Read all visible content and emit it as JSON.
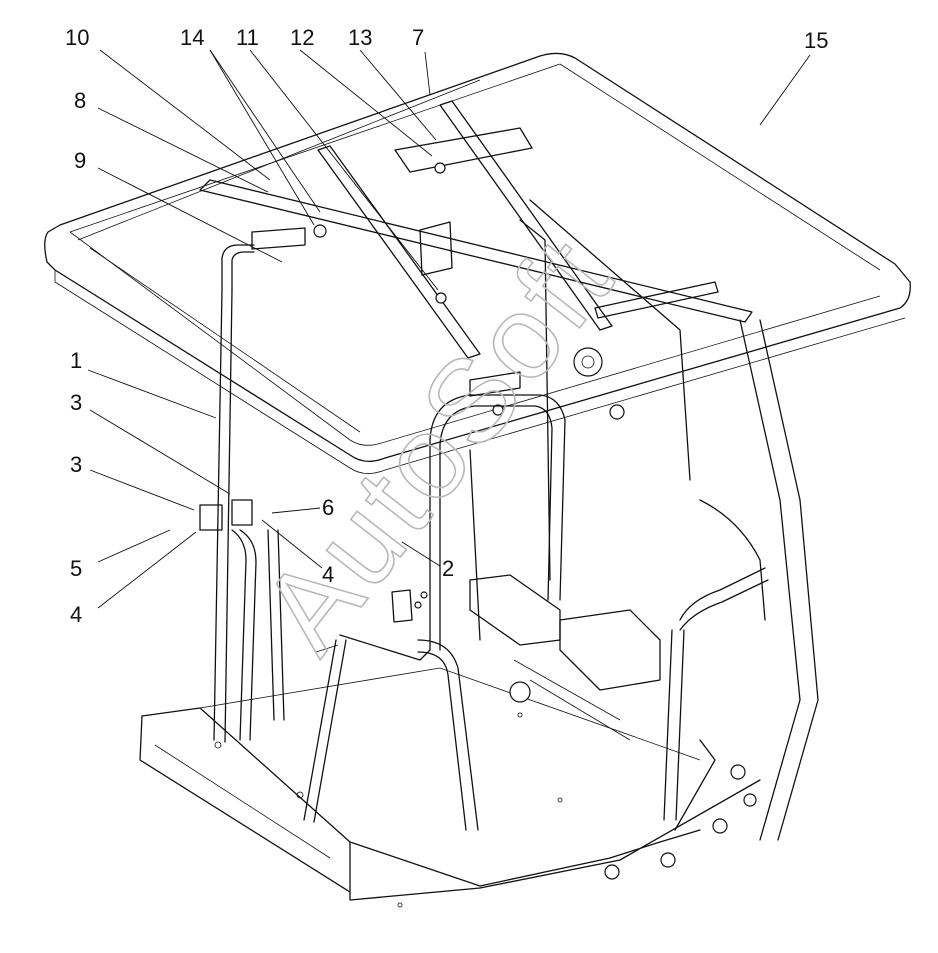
{
  "diagram": {
    "callouts": [
      {
        "id": "c10",
        "label": "10"
      },
      {
        "id": "c14",
        "label": "14"
      },
      {
        "id": "c11",
        "label": "11"
      },
      {
        "id": "c12",
        "label": "12"
      },
      {
        "id": "c13",
        "label": "13"
      },
      {
        "id": "c7",
        "label": "7"
      },
      {
        "id": "c15",
        "label": "15"
      },
      {
        "id": "c8",
        "label": "8"
      },
      {
        "id": "c9",
        "label": "9"
      },
      {
        "id": "c1",
        "label": "1"
      },
      {
        "id": "c3a",
        "label": "3"
      },
      {
        "id": "c3b",
        "label": "3"
      },
      {
        "id": "c6",
        "label": "6"
      },
      {
        "id": "c5",
        "label": "5"
      },
      {
        "id": "c4a",
        "label": "4"
      },
      {
        "id": "c4b",
        "label": "4"
      },
      {
        "id": "c2",
        "label": "2"
      }
    ],
    "watermark": "AutoSoft"
  }
}
